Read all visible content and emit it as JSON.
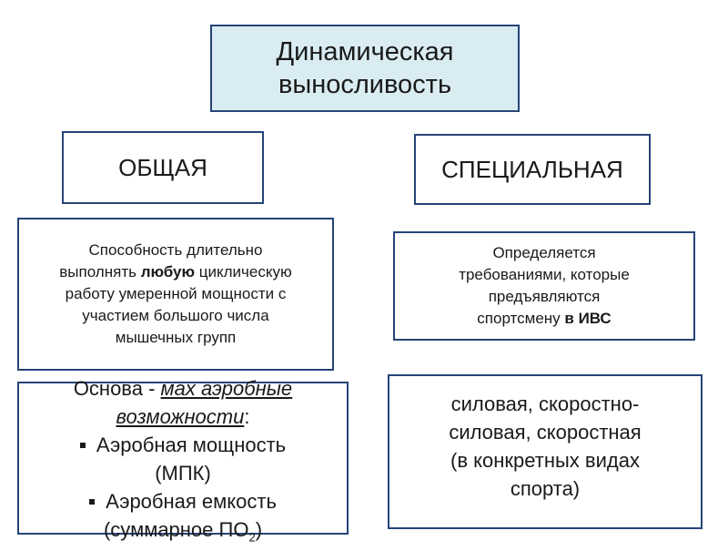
{
  "title": {
    "line1": "Динамическая",
    "line2": "выносливость"
  },
  "general": {
    "label": "ОБЩАЯ",
    "desc": {
      "l1": "Способность длительно",
      "l2_pre": "выполнять ",
      "l2_bold": "любую",
      "l2_post": " циклическую",
      "l3": "работу умеренной мощности с",
      "l4": "участием большого числа",
      "l5": "мышечных групп"
    },
    "basis": {
      "prefix": "Основа  - ",
      "em1": "мах аэробные",
      "em2": "возможности",
      "colon": ":",
      "item1_l1": "Аэробная мощность",
      "item1_l2": "(МПК)",
      "item2_l1": "Аэробная емкость",
      "item2_l2_pre": "(суммарное ПО",
      "item2_sub": "2",
      "item2_l2_post": ")"
    }
  },
  "special": {
    "label": "СПЕЦИАЛЬНАЯ",
    "desc": {
      "l1": "Определяется",
      "l2": "требованиями, которые",
      "l3": "предъявляются",
      "l4_pre": "спортсмену ",
      "l4_bold": "в ИВС"
    },
    "kinds": {
      "l1": "силовая, скоростно-",
      "l2": "силовая, скоростная",
      "l3": "(в конкретных видах",
      "l4": "спорта)"
    }
  },
  "colors": {
    "border": "#264478",
    "title_fill": "#d9ecf2",
    "text": "#1a1a1a"
  }
}
